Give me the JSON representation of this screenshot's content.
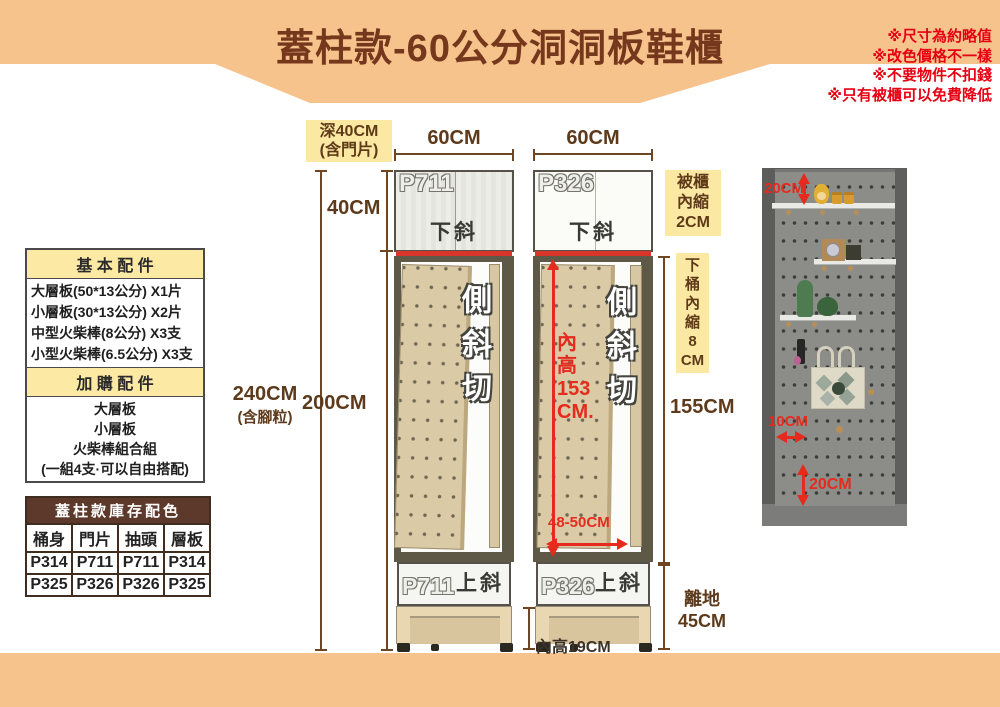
{
  "header": {
    "title": "蓋柱款-60公分洞洞板鞋櫃",
    "notes": [
      "※尺寸為約略值",
      "※改色價格不一樣",
      "※不要物件不扣錢",
      "※只有被櫃可以免費降低"
    ]
  },
  "accessories": {
    "basic_title": "基 本 配 件",
    "basic_items": [
      "大層板(50*13公分) X1片",
      "小層板(30*13公分) X2片",
      "中型火柴棒(8公分) X3支",
      "小型火柴棒(6.5公分) X3支"
    ],
    "addon_title": "加 購 配 件",
    "addon_items": [
      "大層板",
      "小層板",
      "火柴棒組合組",
      "(一組4支·可以自由搭配)"
    ]
  },
  "color_table": {
    "title": "蓋柱款庫存配色",
    "headers": [
      "桶身",
      "門片",
      "抽頭",
      "層板"
    ],
    "rows": [
      [
        "P314",
        "P711",
        "P711",
        "P314"
      ],
      [
        "P325",
        "P326",
        "P326",
        "P325"
      ]
    ]
  },
  "diagram": {
    "depth_label_line1": "深40CM",
    "depth_label_line2": "(含門片)",
    "left_width": "60CM",
    "right_width": "60CM",
    "top_height": "40CM",
    "mid_height": "200CM",
    "total_height_line1": "240CM",
    "total_height_line2": "(含腳粒)",
    "left_cabinet": {
      "top_code": "P711",
      "top_slant": "下斜",
      "side_cut": "側斜切",
      "drawer_code": "P711",
      "drawer_slant": "上斜"
    },
    "right_cabinet": {
      "top_code": "P326",
      "top_slant": "下斜",
      "side_cut": "側斜切",
      "drawer_code": "P326",
      "drawer_slant": "上斜",
      "inner_height_char1": "內",
      "inner_height_char2": "高",
      "inner_height_value": "153",
      "inner_height_unit": "CM.",
      "inner_width": "48-50CM"
    },
    "back_inset_line1": "被櫃",
    "back_inset_line2": "內縮",
    "back_inset_line3": "2CM",
    "bottom_inset_chars": [
      "下",
      "桶",
      "內",
      "縮",
      "8",
      "CM"
    ],
    "mid_right_dim": "155CM",
    "ground_line1": "離地",
    "ground_line2": "45CM",
    "bottom_inner_height": "內高19CM"
  },
  "photo": {
    "top_gap": "20CM",
    "hole_spacing": "10CM",
    "bottom_gap": "20CM"
  },
  "colors": {
    "band": "#F6C38D",
    "title": "#75381D",
    "note_red": "#E60012",
    "label_yellow": "#FAE8A3",
    "dim_brown": "#6F4522",
    "annot_red": "#E62A1E",
    "table_header": "#5C392B"
  }
}
